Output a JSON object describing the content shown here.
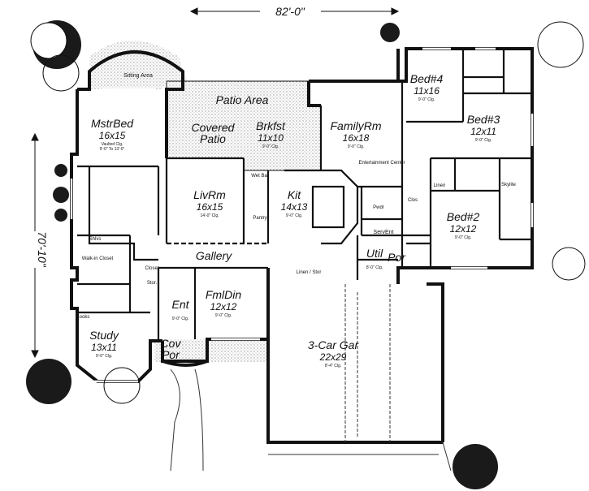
{
  "plan": {
    "overall_width": "82'-0\"",
    "overall_depth": "70'-10\"",
    "rooms": [
      {
        "id": "mstr",
        "name": "MstrBed",
        "dim": "16x15",
        "notes": [
          "Vaulted Clg.",
          "9'-0\" To 13'-0\""
        ]
      },
      {
        "id": "sitting",
        "name": "Sitting Area"
      },
      {
        "id": "patio",
        "name": "Patio Area"
      },
      {
        "id": "covpatio",
        "name": "Covered",
        "name2": "Patio"
      },
      {
        "id": "brkfst",
        "name": "Brkfst",
        "dim": "11x10",
        "notes": [
          "9'-0\" Clg."
        ]
      },
      {
        "id": "family",
        "name": "FamilyRm",
        "dim": "16x18",
        "notes": [
          "9'-0\" Clg."
        ]
      },
      {
        "id": "bed4",
        "name": "Bed#4",
        "dim": "11x16",
        "notes": [
          "9'-0\" Clg."
        ]
      },
      {
        "id": "bed3",
        "name": "Bed#3",
        "dim": "12x11",
        "notes": [
          "9'-0\" Clg."
        ]
      },
      {
        "id": "bed2",
        "name": "Bed#2",
        "dim": "12x12",
        "notes": [
          "9'-0\" Clg."
        ]
      },
      {
        "id": "livrm",
        "name": "LivRm",
        "dim": "16x15",
        "notes": [
          "14'-0\" Clg."
        ]
      },
      {
        "id": "kit",
        "name": "Kit",
        "dim": "14x13",
        "notes": [
          "9'-0\" Clg."
        ]
      },
      {
        "id": "gallery",
        "name": "Gallery"
      },
      {
        "id": "fmldin",
        "name": "FmlDin",
        "dim": "12x12",
        "notes": [
          "9'-0\" Clg."
        ]
      },
      {
        "id": "ent",
        "name": "Ent",
        "notes": [
          "9'-0\" Clg."
        ]
      },
      {
        "id": "study",
        "name": "Study",
        "dim": "13x11",
        "notes": [
          "9'-0\" Clg."
        ]
      },
      {
        "id": "covpor",
        "name": "Cov",
        "name2": "Por"
      },
      {
        "id": "gar",
        "name": "3-Car Gar",
        "dim": "22x29",
        "notes": [
          "8'-4\" Clg."
        ]
      },
      {
        "id": "util",
        "name": "Util",
        "notes": [
          "8'-0\" Clg."
        ]
      },
      {
        "id": "por",
        "name": "Por"
      },
      {
        "id": "servent",
        "name": "ServEnt"
      }
    ],
    "small_labels": {
      "linen_stor": "Linen / Stor",
      "walk_in_closet": "Walk-in Closet",
      "books": "Books",
      "stor": "Stor.",
      "closet": "Closet",
      "pwdr": "Pwdr",
      "clos": "Clos",
      "entertainment": "Entertainment Center",
      "linen": "Linen",
      "skylite": "Skylite",
      "shlvs": "Shlvs",
      "wet_bar": "Wet Bar",
      "pantry": "Pantry"
    }
  }
}
